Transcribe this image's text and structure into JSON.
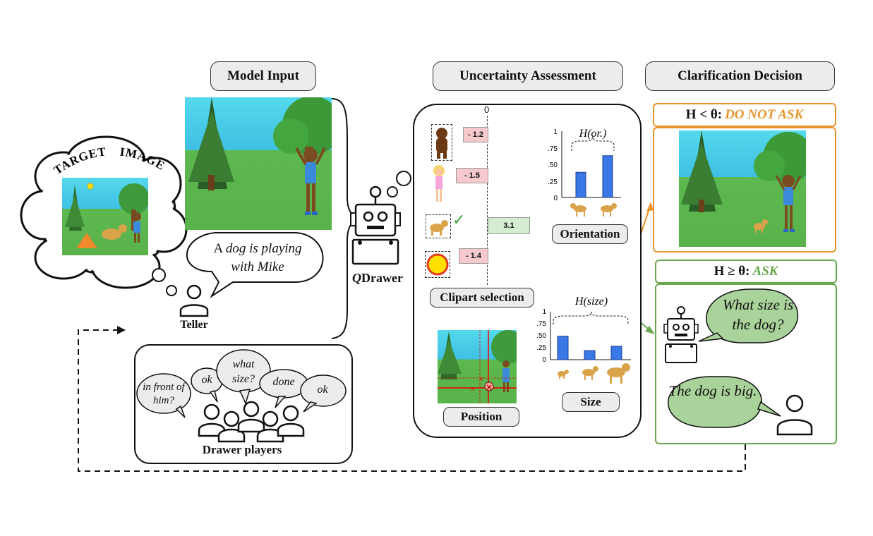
{
  "headers": {
    "model_input": "Model Input",
    "uncertainty": "Uncertainty Assessment",
    "clarification": "Clarification Decision"
  },
  "target_image": {
    "word1": "TARGET",
    "word2": "IMAGE"
  },
  "teller": {
    "utterance_plain": "A ",
    "utterance_italic": "dog is playing",
    "utterance_line2": "with Mike",
    "label": "Teller"
  },
  "drawers": {
    "bubbles": [
      "in front of him?",
      "ok",
      "what size?",
      "done",
      "ok"
    ],
    "label": "Drawer players"
  },
  "qdrawer": {
    "q": "Q",
    "name": "Drawer"
  },
  "clipart": {
    "axis_zero": "0",
    "scores": [
      "- 1.2",
      "- 1.5",
      "3.1",
      "- 1.4"
    ],
    "check": "✓",
    "label": "Clipart selection"
  },
  "orientation": {
    "title": "H(or.)",
    "ticks": [
      "1",
      ".75",
      ".50",
      ".25",
      "0"
    ],
    "label": "Orientation",
    "values": [
      0.38,
      0.63
    ]
  },
  "size": {
    "title": "H(size)",
    "ticks": [
      "1",
      ".75",
      ".50",
      ".25",
      "0"
    ],
    "label": "Size",
    "values": [
      0.49,
      0.19,
      0.28
    ]
  },
  "position": {
    "label": "Position"
  },
  "decision": {
    "no_ask_prefix": "H < θ: ",
    "no_ask_action": "DO NOT ASK",
    "ask_prefix": "H ≥ θ: ",
    "ask_action": "ASK",
    "robot_question": "What size is the dog?",
    "human_answer": "The dog is big."
  },
  "colors": {
    "orange": "#e8932b",
    "green": "#6aa84f",
    "bar_blue": "#3b78e7",
    "bubble_green": "#a9d39a"
  }
}
